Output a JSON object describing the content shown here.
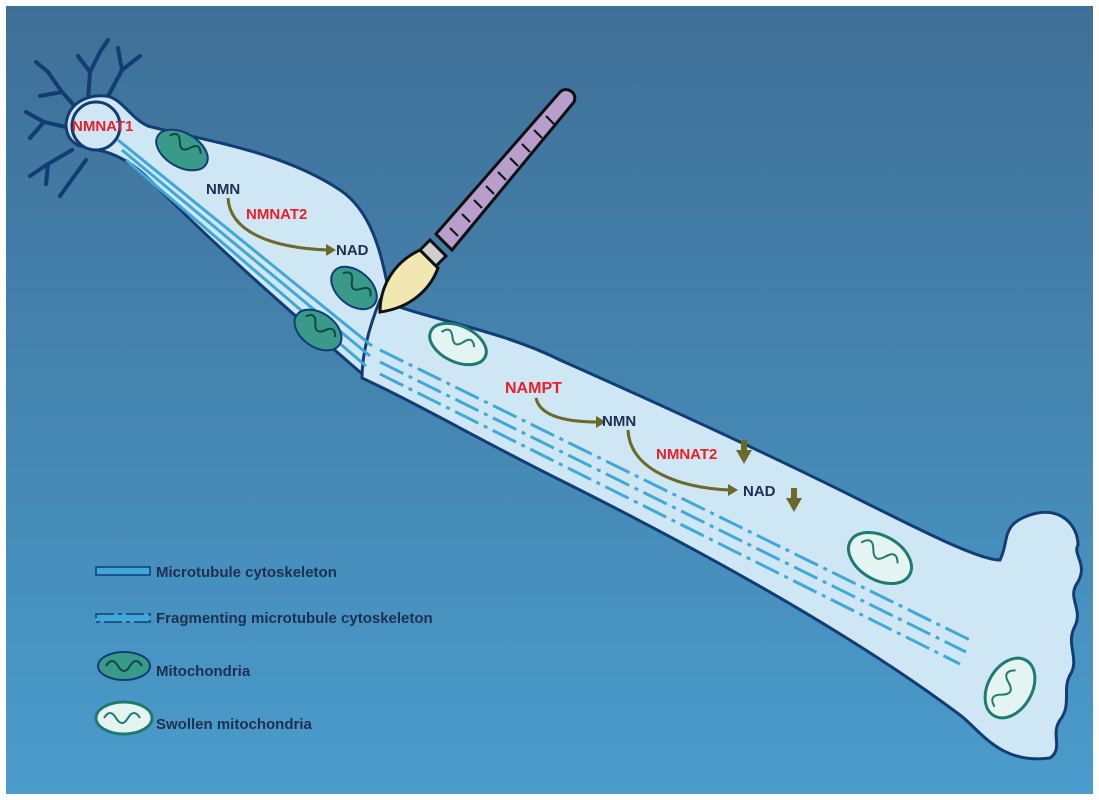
{
  "diagram": {
    "colors": {
      "background_top": "#3f6f96",
      "background_bottom": "#4a9ccc",
      "axon_fill": "#cfe6f5",
      "axon_stroke": "#123c74",
      "label_red": "#e8202a",
      "label_dark": "#1e2f52",
      "arrow_olive": "#6b6a2a",
      "microtubule": "#3fa8d8",
      "mitochondria": "#1f7a70",
      "scalpel_blade": "#f0e8b0",
      "scalpel_handle": "#b79ecb"
    },
    "labels": {
      "nmnat1": "NMNAT1",
      "nmn_upper": "NMN",
      "nmnat2_upper": "NMNAT2",
      "nad_upper": "NAD",
      "nampt": "NAMPT",
      "nmn_lower": "NMN",
      "nmnat2_lower": "NMNAT2",
      "nad_lower": "NAD"
    },
    "icons": [
      "soma-dendrites",
      "scalpel-icon",
      "mitochondria-icon",
      "swollen-mitochondria-icon",
      "microtubule-icon",
      "down-arrow-icon"
    ]
  },
  "legend": {
    "items": [
      {
        "label": "Microtubule cytoskeleton"
      },
      {
        "label": "Fragmenting microtubule cytoskeleton"
      },
      {
        "label": "Mitochondria"
      },
      {
        "label": "Swollen mitochondria"
      }
    ]
  }
}
